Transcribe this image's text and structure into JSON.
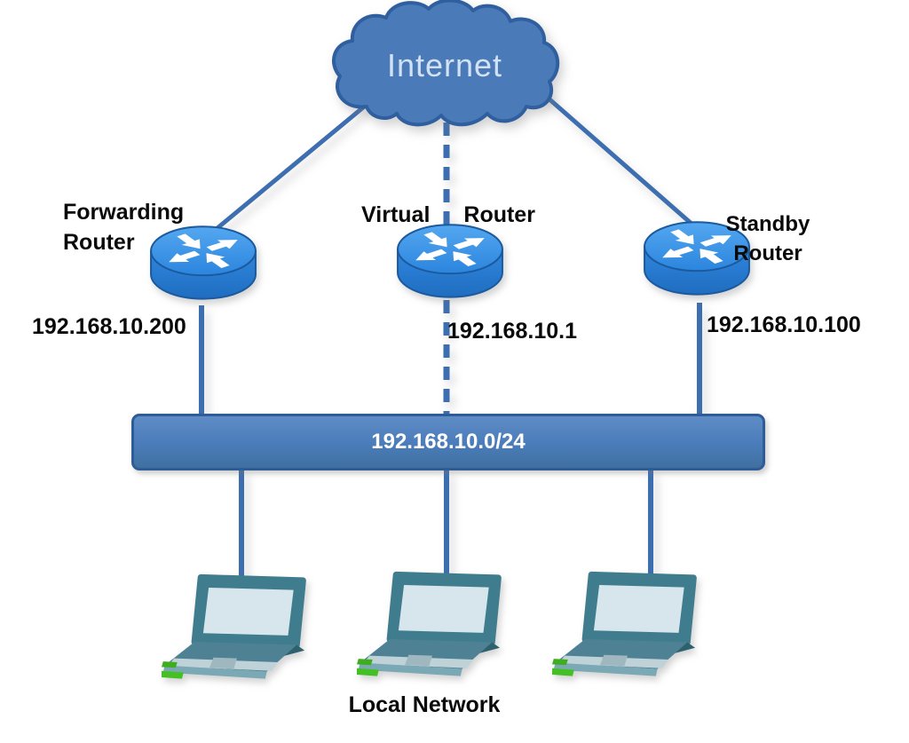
{
  "internet": {
    "label": "Internet"
  },
  "routers": [
    {
      "role_line1": "Forwarding",
      "role_line2": "Router",
      "ip": "192.168.10.200"
    },
    {
      "role_line1": "Virtual",
      "role_line2": "Router",
      "ip": "192.168.10.1"
    },
    {
      "role_line1": "Standby",
      "role_line2": "Router",
      "ip": "192.168.10.100"
    }
  ],
  "network_segment": {
    "label": "192.168.10.0/24"
  },
  "local_network": {
    "label": "Local Network"
  },
  "colors": {
    "cloud_fill": "#4a7ab8",
    "cloud_outline": "#2f5f9e",
    "cloud_text": "#d2e2f4",
    "link_line": "#3d6eb0",
    "segment_bar_fill": "#4a7cba",
    "segment_bar_border": "#2d5c96",
    "router_top": "#2e8be4",
    "router_body": "#2a7fd0",
    "laptop_frame": "#3f7d8e",
    "laptop_screen": "#d6e6ec",
    "led_green": "#44c025",
    "label_text": "#0a0a0a",
    "bar_text": "#ffffff"
  }
}
